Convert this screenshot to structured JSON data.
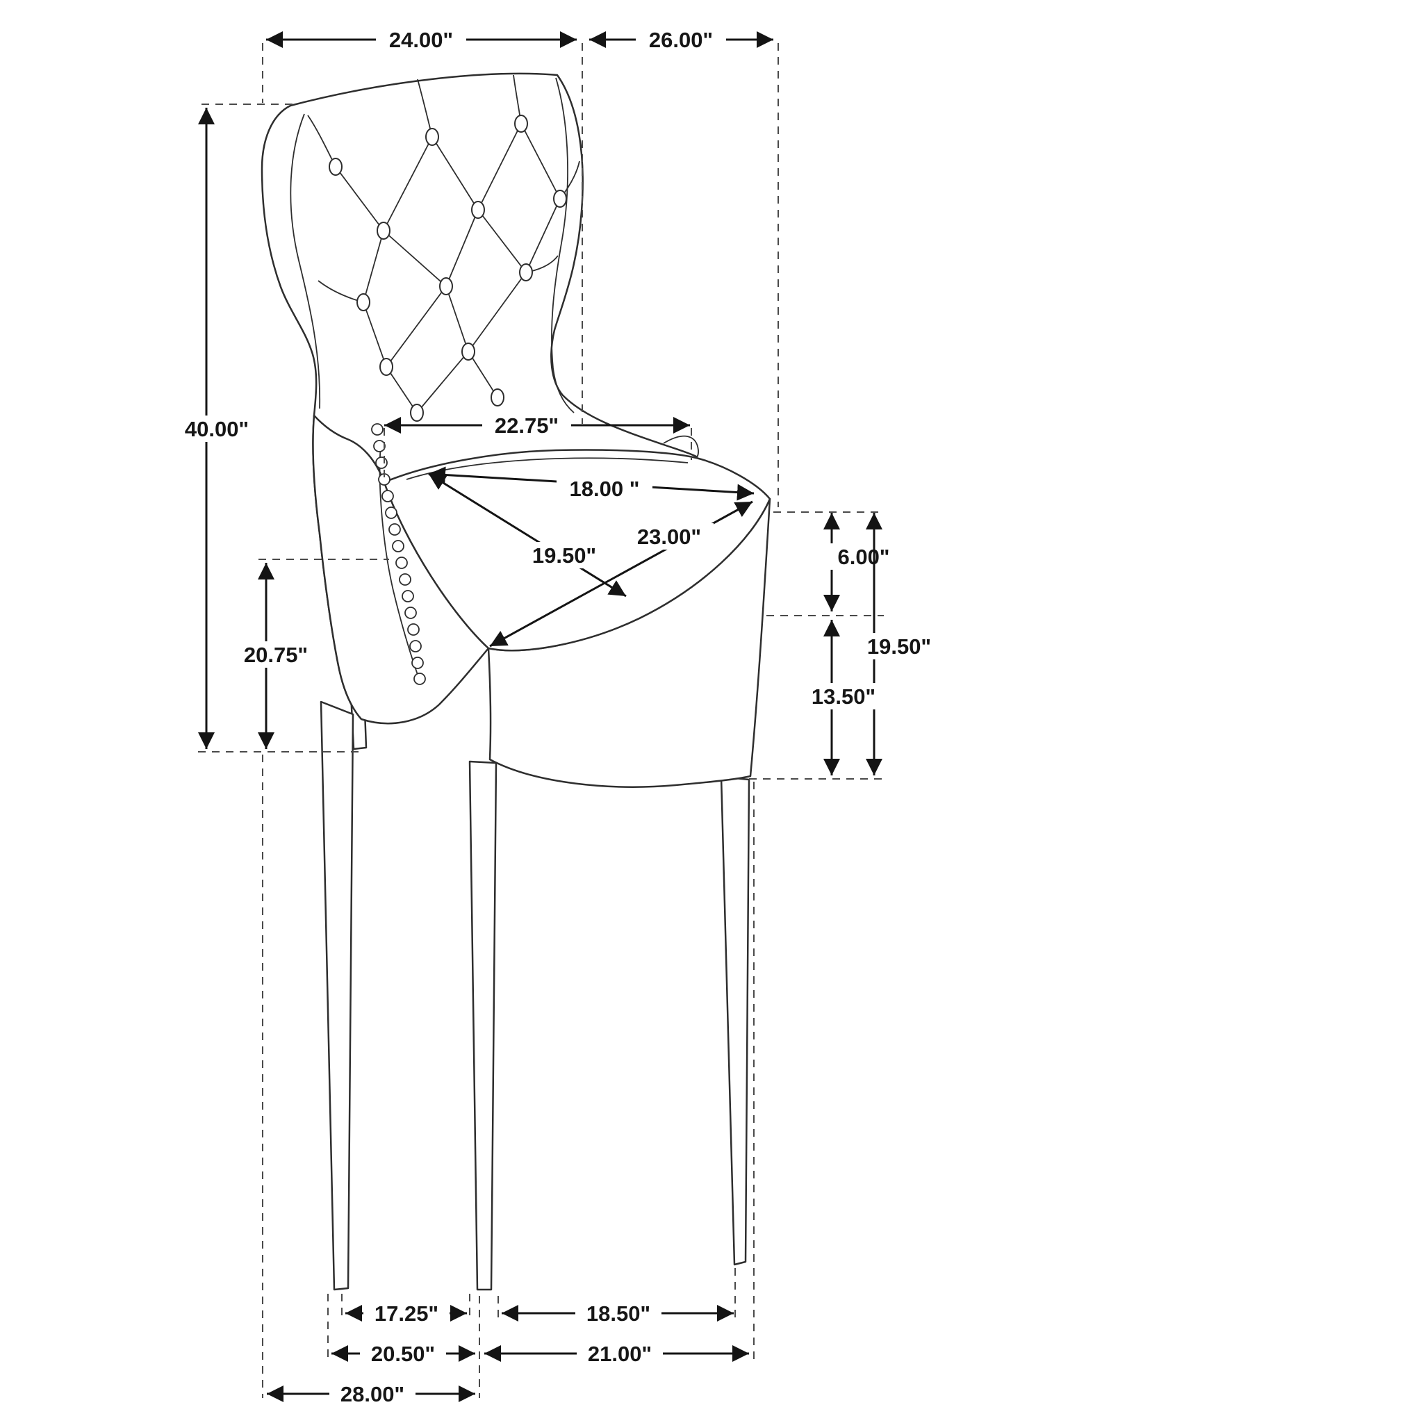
{
  "page": {
    "background": "#ffffff"
  },
  "diagram": {
    "subject": "Tufted wingback dining chair - dimension drawing",
    "unit": "inches",
    "line_color": "#141414",
    "extension_line_color": "#4a4a4a",
    "labels": {
      "top_back_width": "24.00\"",
      "top_overall_depth": "26.00\"",
      "overall_height": "40.00\"",
      "back_width": "22.75\"",
      "seat_depth": "18.00 \"",
      "seat_diagonal": "23.00\"",
      "seat_width": "19.50\"",
      "cushion_thickness": "6.00\"",
      "seat_height": "19.50\"",
      "leg_height": "13.50\"",
      "arm_height": "20.75\"",
      "front_leg_spacing": "17.25\"",
      "side_leg_spacing": "18.50\"",
      "base_front_width": "20.50\"",
      "base_side_depth": "21.00\"",
      "overall_bottom_depth": "28.00\""
    }
  }
}
